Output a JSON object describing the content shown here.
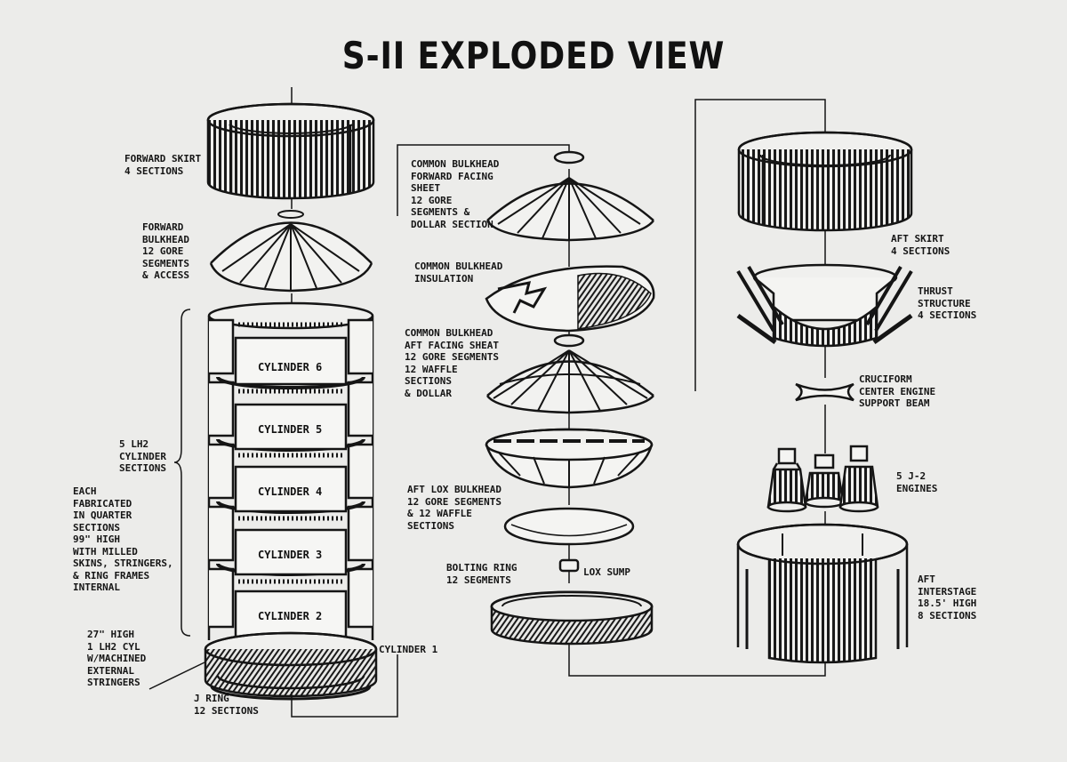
{
  "title": "S-II EXPLODED VIEW",
  "labels": {
    "forward_skirt": "FORWARD SKIRT\n4 SECTIONS",
    "forward_bulkhead": "FORWARD\nBULKHEAD\n12 GORE\nSEGMENTS\n& ACCESS",
    "lh2_cylinder_sections": "5 LH2\nCYLINDER\nSECTIONS",
    "each_fabricated": "EACH\nFABRICATED\nIN QUARTER\nSECTIONS\n99\" HIGH\nWITH MILLED\nSKINS, STRINGERS,\n& RING FRAMES\nINTERNAL",
    "cyl_27": "27\" HIGH\n1 LH2 CYL\nW/MACHINED\nEXTERNAL\nSTRINGERS",
    "j_ring": "J RING\n12 SECTIONS",
    "cylinder_1": "CYLINDER 1",
    "common_bulkhead_forward": "COMMON BULKHEAD\nFORWARD FACING\nSHEET\n12 GORE\nSEGMENTS &\nDOLLAR SECTION",
    "common_bulkhead_insulation": "COMMON BULKHEAD\nINSULATION",
    "common_bulkhead_aft": "COMMON BULKHEAD\nAFT FACING SHEAT\n12 GORE SEGMENTS\n12 WAFFLE\nSECTIONS\n& DOLLAR",
    "aft_lox_bulkhead": "AFT LOX BULKHEAD\n12 GORE SEGMENTS\n& 12 WAFFLE\nSECTIONS",
    "bolting_ring": "BOLTING RING\n12 SEGMENTS",
    "lox_sump": "LOX SUMP",
    "aft_skirt": "AFT SKIRT\n4 SECTIONS",
    "thrust_structure": "THRUST\nSTRUCTURE\n4 SECTIONS",
    "cruciform": "CRUCIFORM\nCENTER ENGINE\nSUPPORT BEAM",
    "j2_engines": "5 J-2\nENGINES",
    "aft_interstage": "AFT\nINTERSTAGE\n18.5' HIGH\n8 SECTIONS"
  },
  "cylinders": [
    "CYLINDER 6",
    "CYLINDER 5",
    "CYLINDER 4",
    "CYLINDER 3",
    "CYLINDER 2"
  ],
  "colors": {
    "ink": "#151515",
    "paper": "#ececea",
    "panel": "#f4f4f2"
  }
}
